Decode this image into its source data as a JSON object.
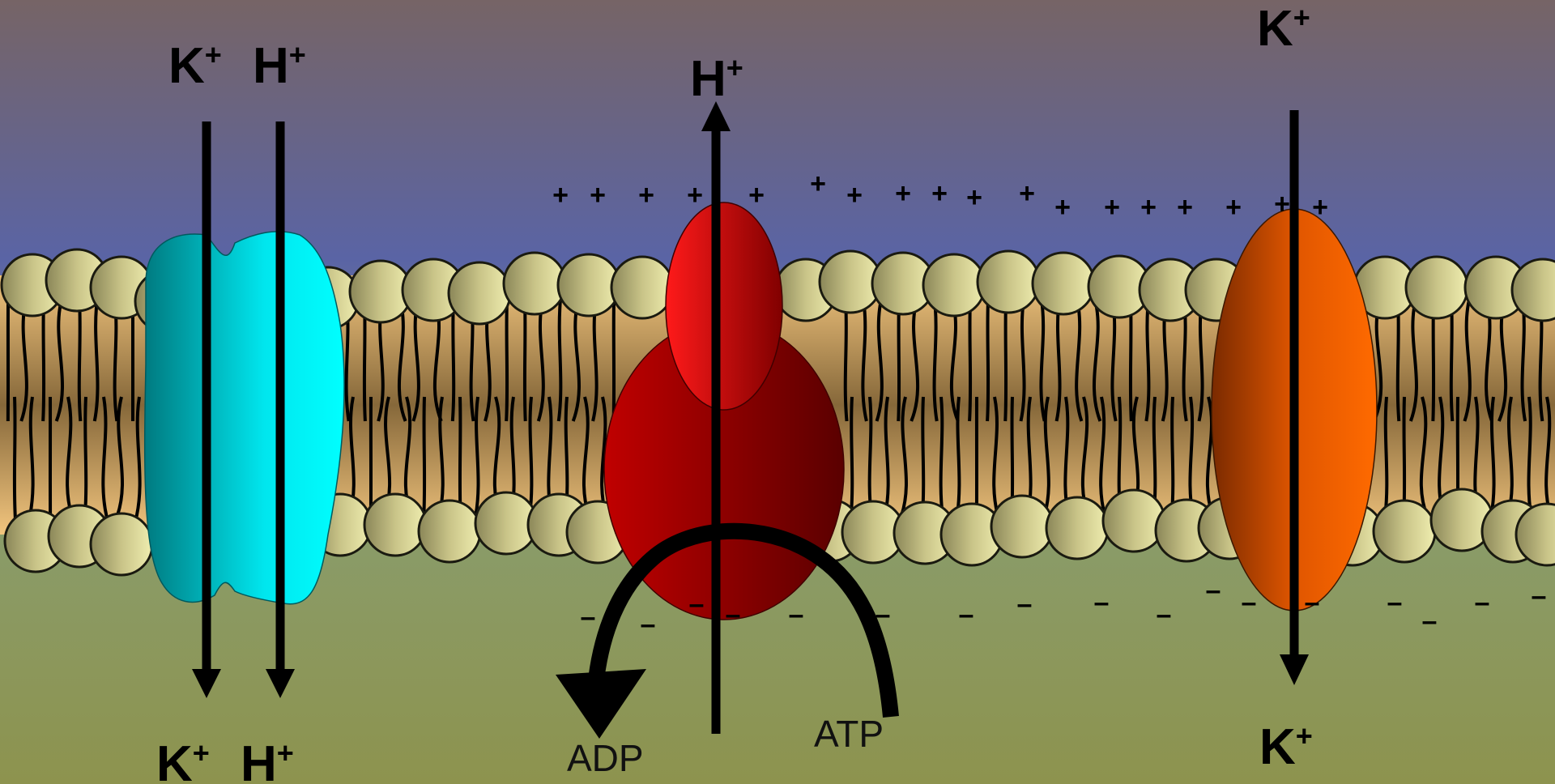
{
  "colors": {
    "top_bg": "#766466",
    "upper_bg": "#5a64a5",
    "lower_bg": "#8a9c6a",
    "bottom_bg": "#8d934e",
    "membrane_core": "#f0c27a",
    "membrane_mid": "#8a6a3a",
    "lipid_head_light": "#e8e6a8",
    "lipid_head_dark": "#88845a",
    "antiporter": "#00e8ee",
    "pump_light": "#ff2020",
    "pump_dark": "#6a0000",
    "channel": "#f06000"
  },
  "labels": {
    "antiporter_top_k": {
      "base": "K",
      "sup": "+"
    },
    "antiporter_top_h": {
      "base": "H",
      "sup": "+"
    },
    "antiporter_bottom_k": {
      "base": "K",
      "sup": "+"
    },
    "antiporter_bottom_h": {
      "base": "H",
      "sup": "+"
    },
    "pump_h": {
      "base": "H",
      "sup": "+"
    },
    "adp": "ADP",
    "atp": "ATP",
    "channel_top_k": {
      "base": "K",
      "sup": "+"
    },
    "channel_bottom_k": {
      "base": "K",
      "sup": "+"
    }
  },
  "charges": {
    "positive": "+",
    "negative": "–"
  }
}
